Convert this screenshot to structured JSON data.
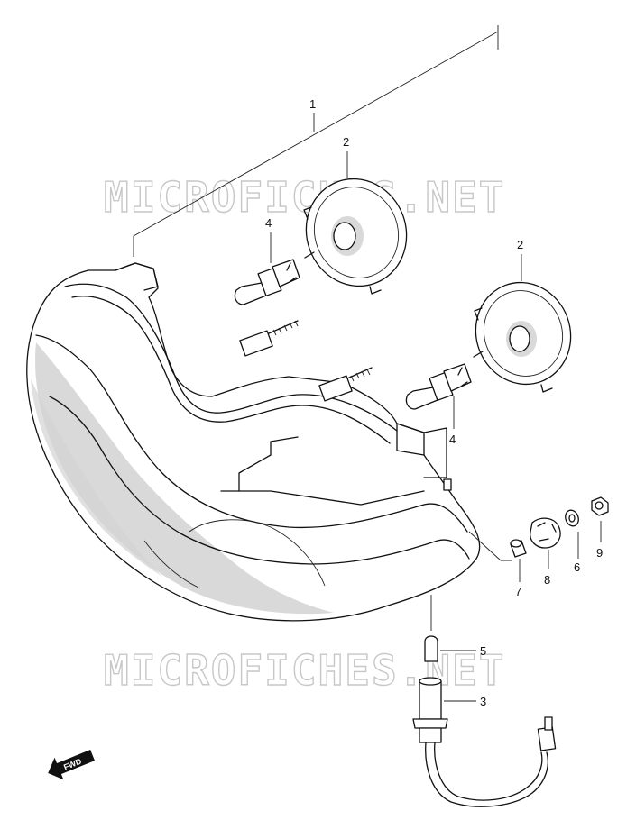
{
  "watermark": {
    "top": "MICROFICHES.NET",
    "bottom": "MICROFICHES.NET"
  },
  "callouts": {
    "part_1": "1",
    "part_2_left": "2",
    "part_2_right": "2",
    "part_3": "3",
    "part_4_left": "4",
    "part_4_right": "4",
    "part_5": "5",
    "part_6": "6",
    "part_7": "7",
    "part_8": "8",
    "part_9": "9"
  },
  "direction_badge": "FWD"
}
